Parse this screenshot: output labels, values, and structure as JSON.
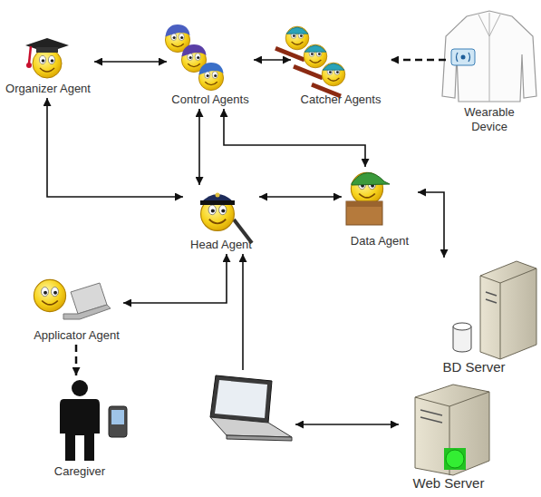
{
  "diagram": {
    "nodes": [
      {
        "text": [
          "Organizer Agent"
        ]
      },
      {
        "text": [
          "Control Agents"
        ]
      },
      {
        "text": [
          "Catcher Agents"
        ]
      },
      {
        "text": [
          "Wearable Device"
        ]
      },
      {
        "text": [
          "Head Agent"
        ]
      },
      {
        "text": [
          "Data Agent"
        ]
      },
      {
        "text": [
          "Applicator Agent"
        ]
      },
      {
        "text": [
          "BD Server"
        ]
      },
      {
        "text": [
          "Caregiver"
        ]
      },
      {
        "text": []
      },
      {
        "text": [
          "Web Server"
        ]
      }
    ],
    "edges": [
      {
        "from": 0,
        "to": 1,
        "arrow": "both"
      },
      {
        "from": 1,
        "to": 2,
        "arrow": "both"
      },
      {
        "from": 3,
        "to": 2,
        "arrow": "to"
      },
      {
        "from": 1,
        "to": 4,
        "arrow": "both"
      },
      {
        "from": 1,
        "to": 5,
        "arrow": "both"
      },
      {
        "from": 0,
        "to": 4,
        "arrow": "both"
      },
      {
        "from": 4,
        "to": 5,
        "arrow": "both"
      },
      {
        "from": 5,
        "to": 7,
        "arrow": "both"
      },
      {
        "from": 4,
        "to": 6,
        "arrow": "both"
      },
      {
        "from": 6,
        "to": 8,
        "arrow": "to"
      },
      {
        "from": 9,
        "to": 4,
        "arrow": "to"
      },
      {
        "from": 9,
        "to": 10,
        "arrow": "both"
      }
    ]
  }
}
